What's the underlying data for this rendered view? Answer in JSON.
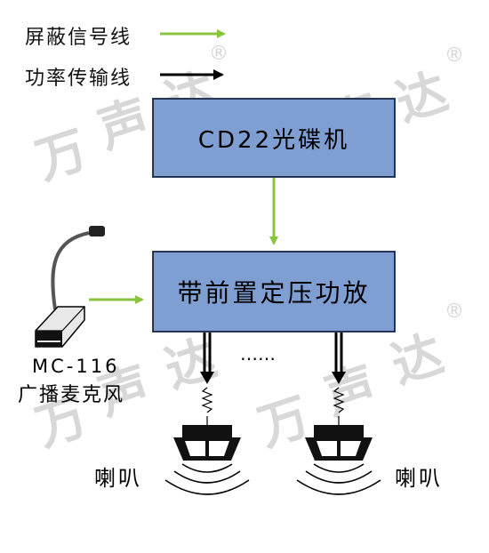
{
  "legend": {
    "signal_label": "屏蔽信号线",
    "power_label": "功率传输线",
    "signal_color": "#8ac43f",
    "power_color": "#000000"
  },
  "boxes": {
    "cd_player": "CD22光碟机",
    "amplifier": "带前置定压功放"
  },
  "microphone": {
    "model": "MC-116",
    "name": "广播麦克风"
  },
  "speakers": {
    "left_label": "喇叭",
    "right_label": "喇叭",
    "ellipsis": "……"
  },
  "watermark": {
    "char1": "万",
    "char2": "声",
    "char3": "达",
    "reg": "®"
  },
  "colors": {
    "box_fill": "#7f9fd3",
    "signal_arrow": "#8ac43f"
  }
}
